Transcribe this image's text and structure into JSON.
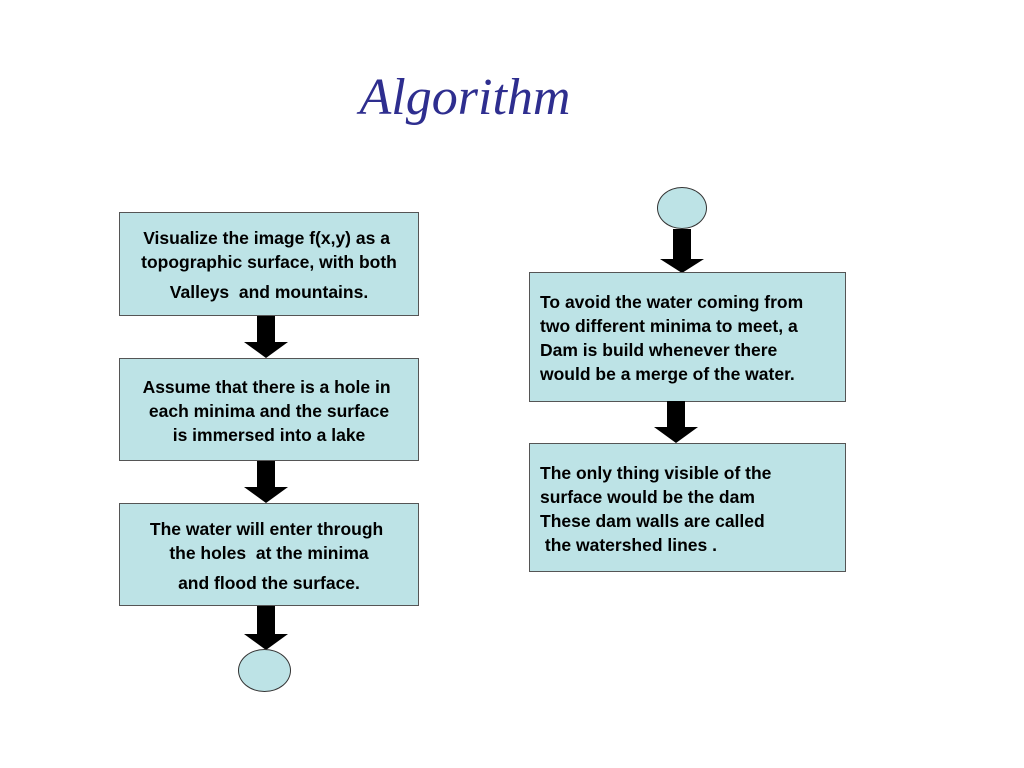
{
  "title": "Algorithm",
  "left_flow": {
    "box1": [
      "Visualize the image f(x,y) as a ",
      "topographic surface, with both",
      "Valleys  and mountains."
    ],
    "box2": [
      "Assume that there is a hole in ",
      "each minima and the surface",
      "is immersed into a lake"
    ],
    "box3": [
      "The water will enter through ",
      "the holes  at the minima",
      "and flood the surface."
    ]
  },
  "right_flow": {
    "box1": [
      "To avoid the water coming from",
      "two different minima to meet, a",
      "Dam is build whenever there",
      "would be a merge of the water."
    ],
    "box2": [
      "The only thing visible of the",
      "surface would be the dam",
      "These dam walls are called",
      " the watershed lines ."
    ]
  },
  "colors": {
    "box_fill": "#bde3e6",
    "title_color": "#2e2e8f",
    "arrow_color": "#000000"
  }
}
